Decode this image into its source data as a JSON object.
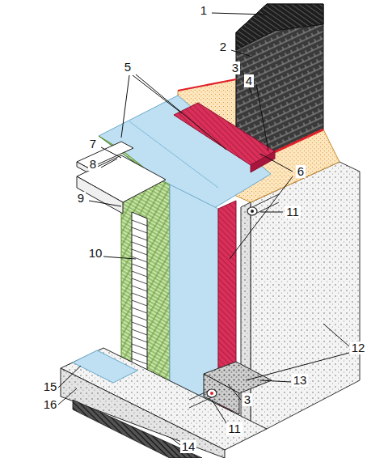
{
  "diagram": {
    "labels": [
      "1",
      "2",
      "3",
      "4",
      "5",
      "7",
      "6",
      "8",
      "11",
      "9",
      "10",
      "12",
      "15",
      "16",
      "3",
      "13",
      "11",
      "14"
    ]
  }
}
